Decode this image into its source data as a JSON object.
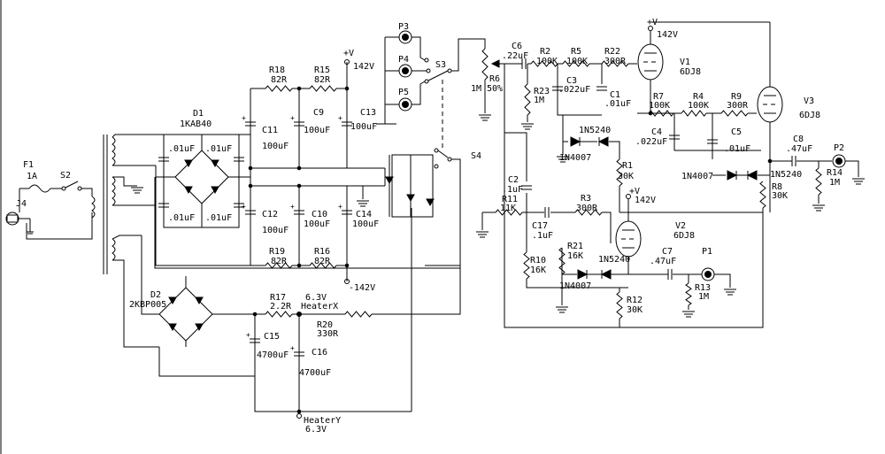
{
  "labels": {
    "J4": "J4",
    "F1": "F1",
    "F1_val": "1A",
    "S2": "S2",
    "D1": "D1",
    "D1_val": "1KAB40",
    "c_tl": ".01uF",
    "c_tr": ".01uF",
    "c_bl": ".01uF",
    "c_br": ".01uF",
    "D2": "D2",
    "D2_val": "2KBP005",
    "R18": "R18",
    "R18_val": "82R",
    "R15": "R15",
    "R15_val": "82R",
    "R19": "R19",
    "R19_val": "82R",
    "R16": "R16",
    "R16_val": "82R",
    "C11": "C11",
    "C11_val": "100uF",
    "C9": "C9",
    "C9_val": "100uF",
    "C13": "C13",
    "C13_val": "100uF",
    "C12": "C12",
    "C12_val": "100uF",
    "C10": "C10",
    "C10_val": "100uF",
    "C14": "C14",
    "C14_val": "100uF",
    "pos142": "+V",
    "pos142_val": "142V",
    "neg142": "-142V",
    "R17": "R17",
    "R17_val": "2.2R",
    "R20": "R20",
    "R20_val": "330R",
    "heaterX_v": "6.3V",
    "heaterX": "HeaterX",
    "heaterY": "HeaterY",
    "heaterY_v": "6.3V",
    "C15": "C15",
    "C15_val": "4700uF",
    "C16": "C16",
    "C16_val": "4700uF",
    "P3": "P3",
    "P4": "P4",
    "P5": "P5",
    "S3": "S3",
    "S4": "S4",
    "R6": "R6",
    "R6_val": "1M",
    "R6_pos": "50%",
    "C6": "C6",
    "C6_val": ".22uF",
    "R2": "R2",
    "R2_val": "100K",
    "R5": "R5",
    "R5_val": "100K",
    "R22": "R22",
    "R22_val": "300R",
    "R23": "R23",
    "R23_val": "1M",
    "C3": "C3",
    "C3_val": ".022uF",
    "C1": "C1",
    "C1_val": ".01uF",
    "V1_plus": "+V",
    "V1_supply": "142V",
    "V1": "V1",
    "V1_type": "6DJ8",
    "R7": "R7",
    "R7_val": "100K",
    "R4": "R4",
    "R4_val": "100K",
    "R9": "R9",
    "R9_val": "300R",
    "V3": "V3",
    "V3_type": "6DJ8",
    "C4": "C4",
    "C4_val": ".022uF",
    "C5": "C5",
    "C5_val": ".01uF",
    "zen1": "1N5240",
    "diode1": "1N4007",
    "R1": "R1",
    "R1_val": "30K",
    "C8": "C8",
    "C8_val": ".47uF",
    "P2": "P2",
    "R14": "R14",
    "R14_val": "1M",
    "diode_v3": "1N4007",
    "zen_v3": "1N5240",
    "R8": "R8",
    "R8_val": "30K",
    "C2": "C2",
    "C2_val": ".1uF",
    "R11": "R11",
    "R11_val": "11K",
    "R3": "R3",
    "R3_val": "300R",
    "V2_plus": "+V",
    "V2_supply": "142V",
    "C17": "C17",
    "C17_val": ".1uF",
    "V2": "V2",
    "V2_type": "6DJ8",
    "R21": "R21",
    "R21_val": "16K",
    "R10": "R10",
    "R10_val": "16K",
    "zen2": "1N5240",
    "diode2": "1N4007",
    "C7": "C7",
    "C7_val": ".47uF",
    "P1": "P1",
    "R13": "R13",
    "R13_val": "1M",
    "R12": "R12",
    "R12_val": "30K"
  }
}
